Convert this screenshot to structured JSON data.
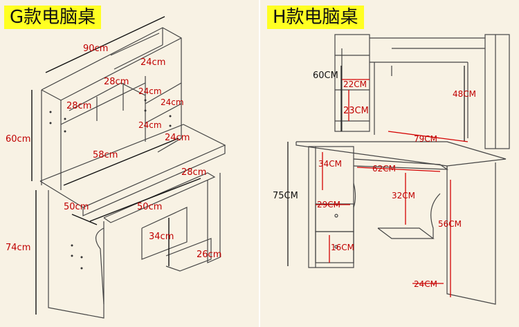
{
  "colors": {
    "panel_bg": "#f8f2e4",
    "title_bg": "#ffff22",
    "dimension_red": "#d40000",
    "outline": "#444444"
  },
  "panel_g": {
    "title": "G款电脑桌",
    "dims": {
      "top_width": "90cm",
      "shelf_left": "28cm",
      "shelf_mid": "28cm",
      "shelf_right_top": "24cm",
      "shelf_right_a": "24cm",
      "shelf_right_b": "24cm",
      "shelf_right_c": "24cm",
      "shelf_side": "24cm",
      "hutch_height": "60cm",
      "hutch_width": "58cm",
      "desk_depth": "28cm",
      "desk_left": "50cm",
      "desk_right": "50cm",
      "drawer_height": "34cm",
      "drawer_width": "26cm",
      "leg_height": "74cm"
    }
  },
  "panel_h": {
    "title": "H款电脑桌",
    "dims": {
      "hutch_height": "60CM",
      "shelf_a": "22CM",
      "shelf_b": "23CM",
      "inner_height": "48CM",
      "hutch_width": "79CM",
      "side_opening": "34CM",
      "tray_width": "62CM",
      "desk_height": "75CM",
      "drawer_top": "29CM",
      "tray_gap": "32CM",
      "right_height": "56CM",
      "drawer_bottom": "16CM",
      "base_width": "24CM"
    }
  }
}
